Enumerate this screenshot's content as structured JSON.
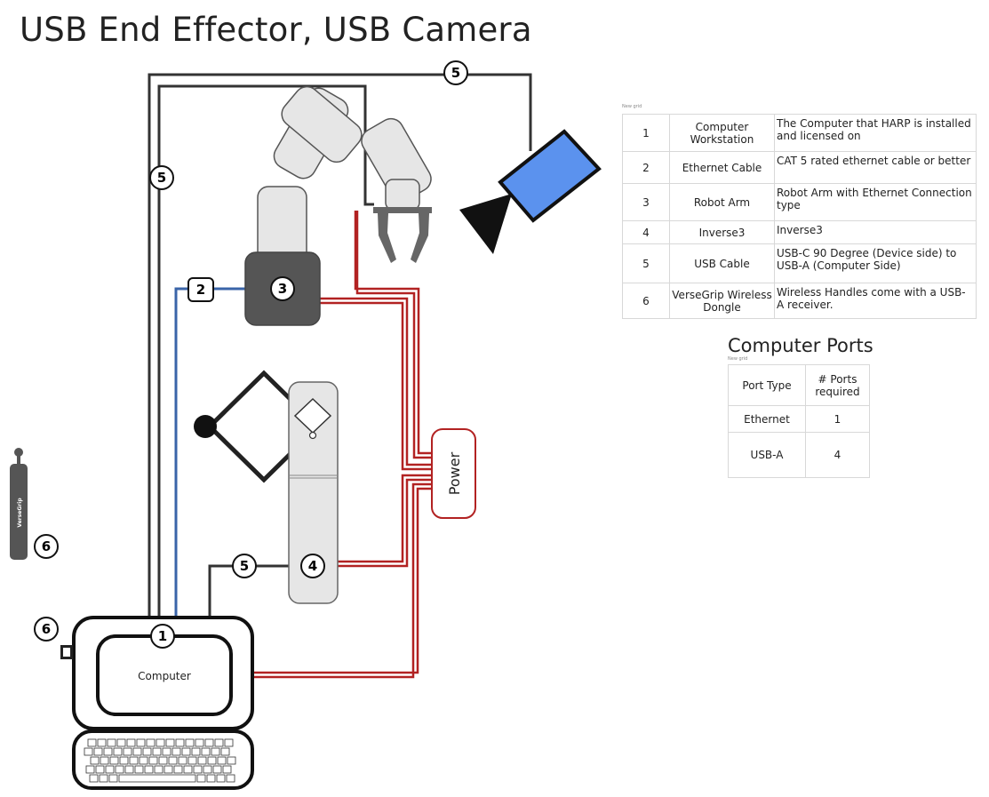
{
  "title": "USB End Effector, USB Camera",
  "labels": {
    "computer": "Computer",
    "power": "Power",
    "versegrip": "VerseGrip",
    "grid_caption_1": "New grid",
    "grid_caption_2": "New grid"
  },
  "markers": {
    "m1": "1",
    "m2": "2",
    "m3": "3",
    "m4": "4",
    "m5_top": "5",
    "m5_left": "5",
    "m5_inverse": "5",
    "m6_a": "6",
    "m6_b": "6"
  },
  "legend": [
    {
      "num": "1",
      "item": "Computer Workstation",
      "desc": "The Computer that HARP is installed and licensed on"
    },
    {
      "num": "2",
      "item": "Ethernet Cable",
      "desc": "CAT 5 rated ethernet cable or better"
    },
    {
      "num": "3",
      "item": "Robot Arm",
      "desc": "Robot Arm with Ethernet Connection type"
    },
    {
      "num": "4",
      "item": "Inverse3",
      "desc": "Inverse3"
    },
    {
      "num": "5",
      "item": "USB Cable",
      "desc": "USB-C 90 Degree (Device side) to USB-A (Computer Side)"
    },
    {
      "num": "6",
      "item": "VerseGrip Wireless Dongle",
      "desc": "Wireless Handles come with a USB-A receiver."
    }
  ],
  "ports": {
    "title": "Computer Ports",
    "header": {
      "type": "Port Type",
      "count": "# Ports required"
    },
    "rows": [
      {
        "type": "Ethernet",
        "count": "1"
      },
      {
        "type": "USB-A",
        "count": "4"
      }
    ]
  },
  "colors": {
    "usb_cable": "#333333",
    "ethernet_cable": "#3a64a8",
    "power_cable": "#b22222",
    "camera_body": "#5b92ee",
    "robot_base": "#555555",
    "device_fill": "#e6e6e6"
  },
  "icons": [
    "robot-arm-icon",
    "gripper-icon",
    "camera-icon",
    "inverse3-device-icon",
    "versegrip-handle-icon",
    "computer-icon",
    "keyboard-icon",
    "usb-dongle-icon"
  ]
}
